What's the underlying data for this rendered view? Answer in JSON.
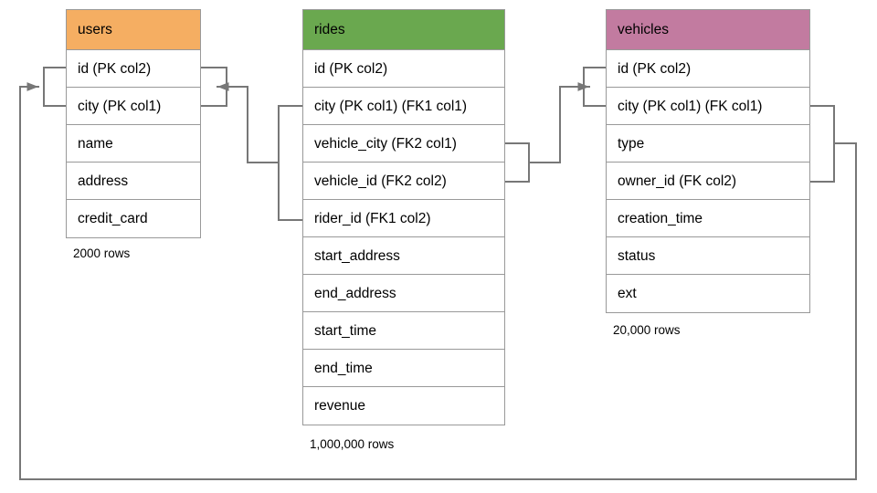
{
  "diagram": {
    "title": "database-schema-er-diagram",
    "background": "#ffffff",
    "line_color": "#777777"
  },
  "tables": [
    {
      "id": "users",
      "name": "users",
      "header_color": "#F5AE62",
      "row_count_label": "2000 rows",
      "columns": [
        "id (PK col2)",
        "city (PK col1)",
        "name",
        "address",
        "credit_card"
      ]
    },
    {
      "id": "rides",
      "name": "rides",
      "header_color": "#6AA84F",
      "row_count_label": "1,000,000 rows",
      "columns": [
        "id (PK col2)",
        "city (PK col1) (FK1 col1)",
        "vehicle_city (FK2 col1)",
        "vehicle_id (FK2 col2)",
        "rider_id (FK1 col2)",
        "start_address",
        "end_address",
        "start_time",
        "end_time",
        "revenue"
      ]
    },
    {
      "id": "vehicles",
      "name": "vehicles",
      "header_color": "#C27BA0",
      "row_count_label": "20,000 rows",
      "columns": [
        "id (PK col2)",
        "city (PK col1) (FK col1)",
        "type",
        "owner_id (FK col2)",
        "creation_time",
        "status",
        "ext"
      ]
    }
  ],
  "relationships": [
    {
      "name": "rides-fk1-to-users",
      "from_table": "rides",
      "from_columns": [
        "city (PK col1) (FK1 col1)",
        "rider_id (FK1 col2)"
      ],
      "to_table": "users",
      "to_columns": [
        "id (PK col2)",
        "city (PK col1)"
      ],
      "arrow": "into-users-right"
    },
    {
      "name": "rides-fk2-to-vehicles",
      "from_table": "rides",
      "from_columns": [
        "vehicle_city (FK2 col1)",
        "vehicle_id (FK2 col2)"
      ],
      "to_table": "vehicles",
      "to_columns": [
        "id (PK col2)",
        "city (PK col1) (FK col1)"
      ],
      "arrow": "into-vehicles-left"
    },
    {
      "name": "vehicles-fk-to-users",
      "from_table": "vehicles",
      "from_columns": [
        "city (PK col1) (FK col1)",
        "owner_id (FK col2)"
      ],
      "to_table": "users",
      "to_columns": [
        "id (PK col2)",
        "city (PK col1)"
      ],
      "arrow": "into-users-left"
    }
  ]
}
